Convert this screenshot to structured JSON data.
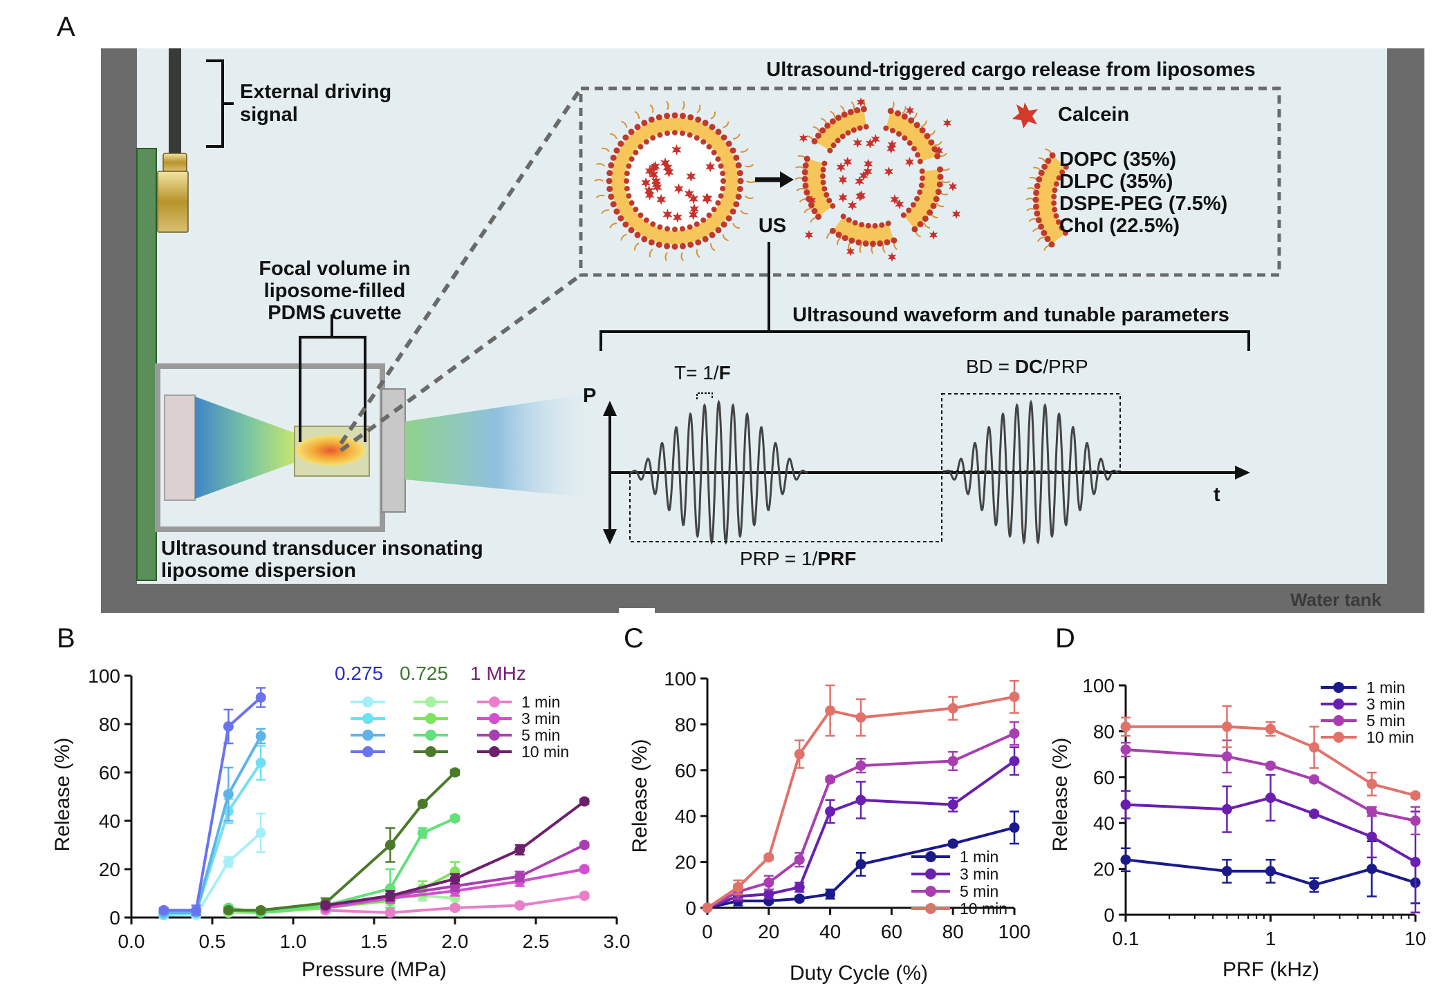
{
  "panels": {
    "a": "A",
    "b": "B",
    "c": "C",
    "d": "D"
  },
  "schematic": {
    "external_signal": [
      "External driving",
      "signal"
    ],
    "focal_volume": [
      "Focal volume in",
      "liposome-filled",
      "PDMS cuvette"
    ],
    "transducer": [
      "Ultrasound transducer insonating",
      "liposome dispersion"
    ],
    "water_tank": "Water tank",
    "release_title": "Ultrasound-triggered cargo release from liposomes",
    "us_label": "US",
    "calcein": "Calcein",
    "lipids": [
      "DOPC (35%)",
      "DLPC (35%)",
      "DSPE-PEG (7.5%)",
      "Chol (22.5%)"
    ],
    "waveform_title": "Ultrasound waveform and tunable parameters",
    "p_label": "P",
    "t_label": "t",
    "period": {
      "prefix": "T= 1/",
      "bold": "F"
    },
    "burst": {
      "prefix": "BD = ",
      "bold": "DC",
      "suffix": "/PRP"
    },
    "prp": {
      "prefix": "PRP = 1/",
      "bold": "PRF"
    }
  },
  "colors": {
    "wall": "#6b6b6b",
    "water": "#e4eef1",
    "board": "#5a8f5a",
    "lipid": "#c0392b",
    "membrane": "#f7c65a",
    "b_blue": [
      "#a6eefa",
      "#6fe0f2",
      "#5cb4e8",
      "#6a73ee"
    ],
    "b_green": [
      "#a8f0a2",
      "#7fe35f",
      "#62e07a",
      "#4b7a2a"
    ],
    "b_purple": [
      "#e77fc9",
      "#d24fcf",
      "#a83eb0",
      "#6e1f6c"
    ],
    "cd_series": [
      "#1a1a8c",
      "#6a1fb0",
      "#a83eb0",
      "#e0726a"
    ]
  },
  "chart_data": [
    {
      "type": "line",
      "panel": "B",
      "xlabel": "Pressure (MPa)",
      "ylabel": "Release (%)",
      "xlim": [
        0.0,
        3.0
      ],
      "ylim": [
        0,
        100
      ],
      "xticks": [
        "0.0",
        "0.5",
        "1.0",
        "1.5",
        "2.0",
        "2.5",
        "3.0"
      ],
      "yticks": [
        "0",
        "20",
        "40",
        "60",
        "80",
        "100"
      ],
      "freq_labels": [
        {
          "text": "0.275",
          "color": "#2a2ad0"
        },
        {
          "text": "0.725",
          "color": "#3a7a2a"
        },
        {
          "text": "1 MHz",
          "color": "#7a1f7a"
        }
      ],
      "durations": [
        "1 min",
        "3 min",
        "5 min",
        "10 min"
      ],
      "groups": [
        {
          "frequency": "0.275",
          "x": [
            0.2,
            0.4,
            0.6,
            0.8
          ],
          "series": [
            {
              "name": "1 min",
              "y": [
                1,
                1,
                23,
                35
              ],
              "err": [
                1,
                1,
                2,
                8
              ]
            },
            {
              "name": "3 min",
              "y": [
                1,
                2,
                44,
                64
              ],
              "err": [
                1,
                1,
                5,
                7
              ]
            },
            {
              "name": "5 min",
              "y": [
                2,
                2,
                51,
                75
              ],
              "err": [
                1,
                1,
                11,
                3
              ]
            },
            {
              "name": "10 min",
              "y": [
                3,
                3,
                79,
                91
              ],
              "err": [
                1,
                2,
                7,
                4
              ]
            }
          ]
        },
        {
          "frequency": "0.725",
          "x": [
            0.6,
            0.8,
            1.2,
            1.6,
            1.8,
            2.0
          ],
          "series": [
            {
              "name": "1 min",
              "y": [
                2,
                2,
                4,
                8,
                9,
                8
              ],
              "err": [
                1,
                1,
                2,
                3,
                2,
                3
              ]
            },
            {
              "name": "3 min",
              "y": [
                3,
                2,
                4,
                7,
                12,
                19
              ],
              "err": [
                1,
                1,
                2,
                3,
                3,
                4
              ]
            },
            {
              "name": "5 min",
              "y": [
                4,
                2,
                5,
                12,
                35,
                41
              ],
              "err": [
                1,
                1,
                2,
                8,
                2,
                1
              ]
            },
            {
              "name": "10 min",
              "y": [
                3,
                3,
                6,
                30,
                47,
                60
              ],
              "err": [
                1,
                1,
                2,
                7,
                1,
                1
              ]
            }
          ]
        },
        {
          "frequency": "1 MHz",
          "x": [
            1.2,
            1.6,
            2.0,
            2.4,
            2.8
          ],
          "series": [
            {
              "name": "1 min",
              "y": [
                3,
                2,
                4,
                5,
                9
              ],
              "err": [
                1,
                1,
                1,
                1,
                1
              ]
            },
            {
              "name": "3 min",
              "y": [
                4,
                8,
                11,
                15,
                20
              ],
              "err": [
                1,
                2,
                2,
                2,
                1
              ]
            },
            {
              "name": "5 min",
              "y": [
                5,
                9,
                13,
                17,
                30
              ],
              "err": [
                1,
                2,
                2,
                2,
                1
              ]
            },
            {
              "name": "10 min",
              "y": [
                5,
                9,
                16,
                28,
                48
              ],
              "err": [
                1,
                2,
                2,
                2,
                1
              ]
            }
          ]
        }
      ]
    },
    {
      "type": "line",
      "panel": "C",
      "xlabel": "Duty Cycle (%)",
      "ylabel": "Release (%)",
      "xlim": [
        0,
        100
      ],
      "ylim": [
        0,
        100
      ],
      "xticks": [
        "0",
        "20",
        "40",
        "60",
        "80",
        "100"
      ],
      "yticks": [
        "0",
        "20",
        "40",
        "60",
        "80",
        "100"
      ],
      "x": [
        0,
        10,
        20,
        30,
        40,
        50,
        80,
        100
      ],
      "series": [
        {
          "name": "1 min",
          "y": [
            0,
            3,
            3,
            4,
            6,
            19,
            28,
            35
          ],
          "err": [
            0,
            2,
            1,
            1,
            2,
            5,
            1,
            7
          ]
        },
        {
          "name": "3 min",
          "y": [
            0,
            5,
            6,
            9,
            42,
            47,
            45,
            64
          ],
          "err": [
            0,
            2,
            2,
            2,
            5,
            8,
            3,
            6
          ]
        },
        {
          "name": "5 min",
          "y": [
            0,
            7,
            11,
            21,
            56,
            62,
            64,
            76
          ],
          "err": [
            0,
            3,
            3,
            3,
            1,
            3,
            4,
            5
          ]
        },
        {
          "name": "10 min",
          "y": [
            0,
            9,
            22,
            67,
            86,
            83,
            87,
            92
          ],
          "err": [
            0,
            3,
            1,
            6,
            11,
            8,
            5,
            7
          ]
        }
      ]
    },
    {
      "type": "line",
      "panel": "D",
      "xlabel": "PRF (kHz)",
      "ylabel": "Release (%)",
      "xscale": "log",
      "xlim": [
        0.1,
        10
      ],
      "ylim": [
        0,
        100
      ],
      "xticks": [
        "0.1",
        "1",
        "10"
      ],
      "yticks": [
        "0",
        "20",
        "40",
        "60",
        "80",
        "100"
      ],
      "x": [
        0.1,
        0.5,
        1,
        2,
        5,
        10
      ],
      "series": [
        {
          "name": "1 min",
          "y": [
            24,
            19,
            19,
            13,
            20,
            14
          ],
          "err": [
            5,
            5,
            5,
            3,
            12,
            9
          ]
        },
        {
          "name": "3 min",
          "y": [
            48,
            46,
            51,
            44,
            34,
            23
          ],
          "err": [
            6,
            10,
            10,
            1,
            9,
            22
          ]
        },
        {
          "name": "5 min",
          "y": [
            72,
            69,
            65,
            59,
            45,
            41
          ],
          "err": [
            3,
            7,
            1,
            1,
            2,
            6
          ]
        },
        {
          "name": "10 min",
          "y": [
            82,
            82,
            81,
            73,
            57,
            52
          ],
          "err": [
            4,
            9,
            3,
            9,
            5,
            1
          ]
        }
      ]
    }
  ]
}
